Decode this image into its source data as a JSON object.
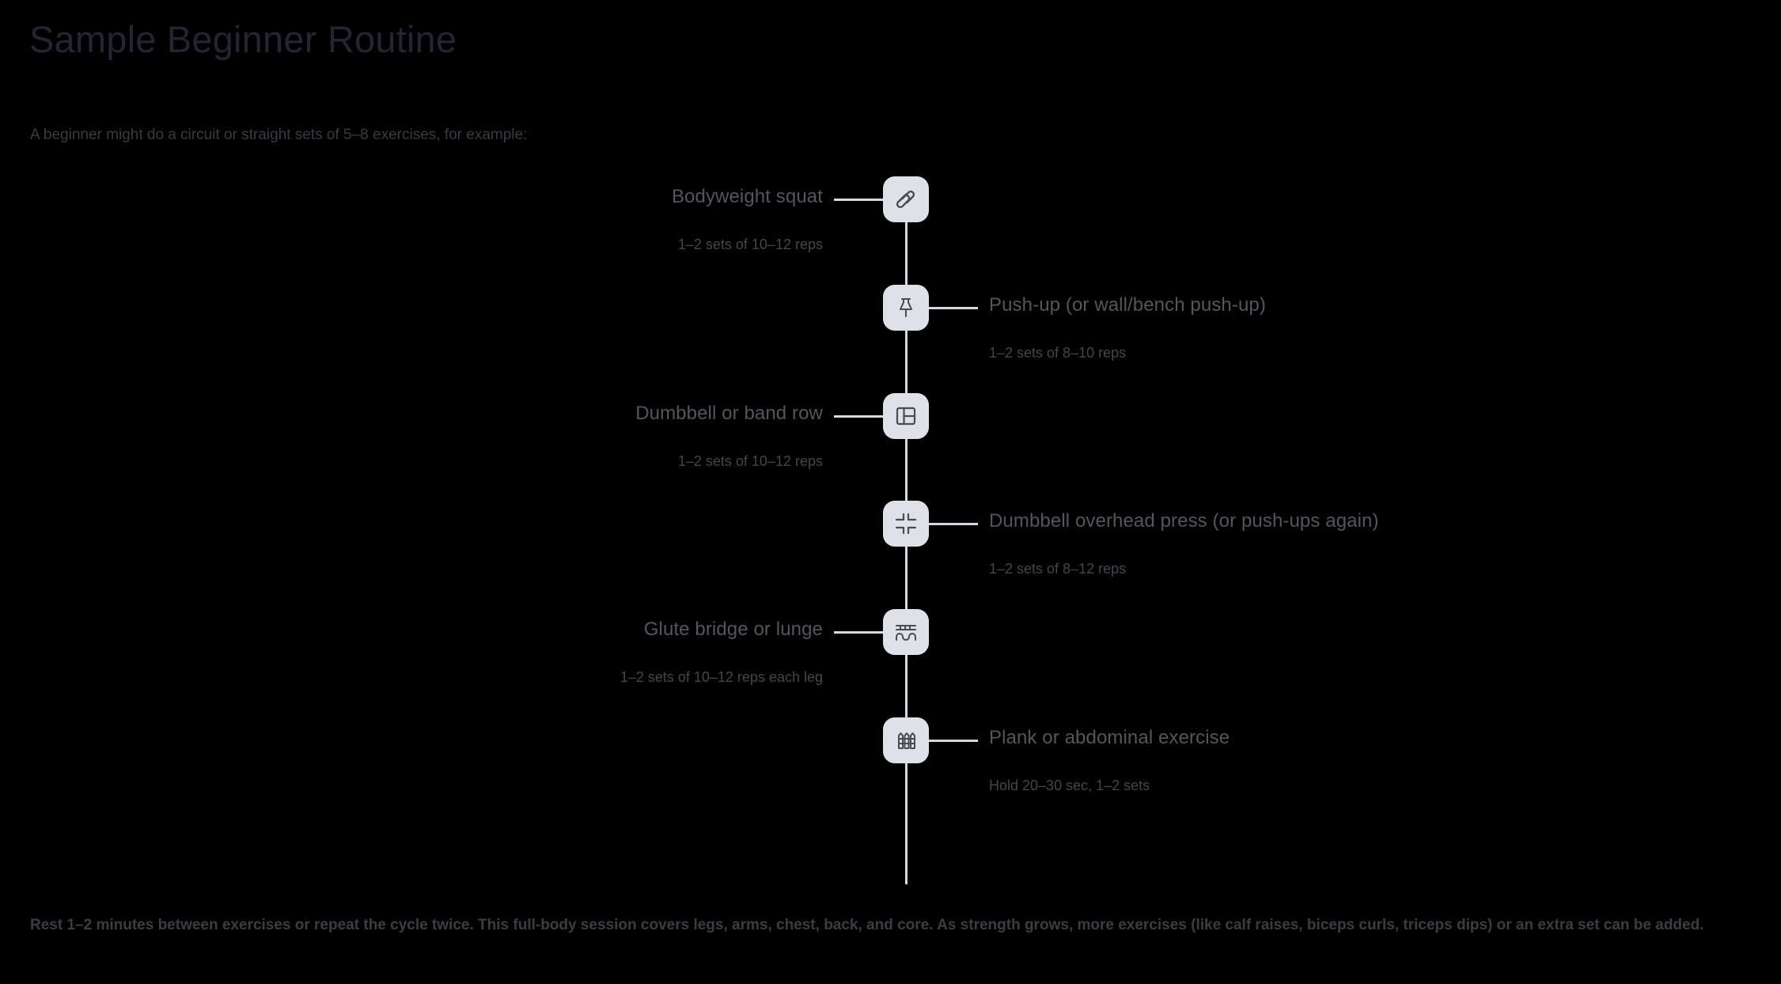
{
  "page": {
    "title": "Sample Beginner Routine",
    "subtitle": "A beginner might do a circuit or straight sets of 5–8 exercises, for example:",
    "footer": "Rest 1–2 minutes between exercises or repeat the cycle twice. This full-body session covers legs, arms, chest, back, and core. As strength grows, more exercises (like calf raises, biceps curls, triceps dips) or an extra set can be added.",
    "background_color": "#000000",
    "title_color": "#242433",
    "node_fill_color": "#dfe1e9",
    "line_color": "#d6d8e0",
    "label_color": "#55555f"
  },
  "timeline": {
    "orientation": "vertical",
    "items": [
      {
        "label": "Bodyweight squat",
        "detail": "1–2 sets of 10–12 reps",
        "side": "left",
        "icon": "squarespace-logo-icon"
      },
      {
        "label": "Push-up (or wall/bench push-up)",
        "detail": "1–2 sets of 8–10 reps",
        "side": "right",
        "icon": "pushpin-icon"
      },
      {
        "label": "Dumbbell or band row",
        "detail": "1–2 sets of 10–12 reps",
        "side": "left",
        "icon": "layout-panels-icon"
      },
      {
        "label": "Dumbbell overhead press (or push-ups again)",
        "detail": "1–2 sets of 8–12 reps",
        "side": "right",
        "icon": "collapse-inward-icon"
      },
      {
        "label": "Glute bridge or lunge",
        "detail": "1–2 sets of 10–12 reps each leg",
        "side": "left",
        "icon": "bridge-icon"
      },
      {
        "label": "Plank or abdominal exercise",
        "detail": "Hold 20–30 sec, 1–2 sets",
        "side": "right",
        "icon": "fence-icon"
      }
    ]
  }
}
